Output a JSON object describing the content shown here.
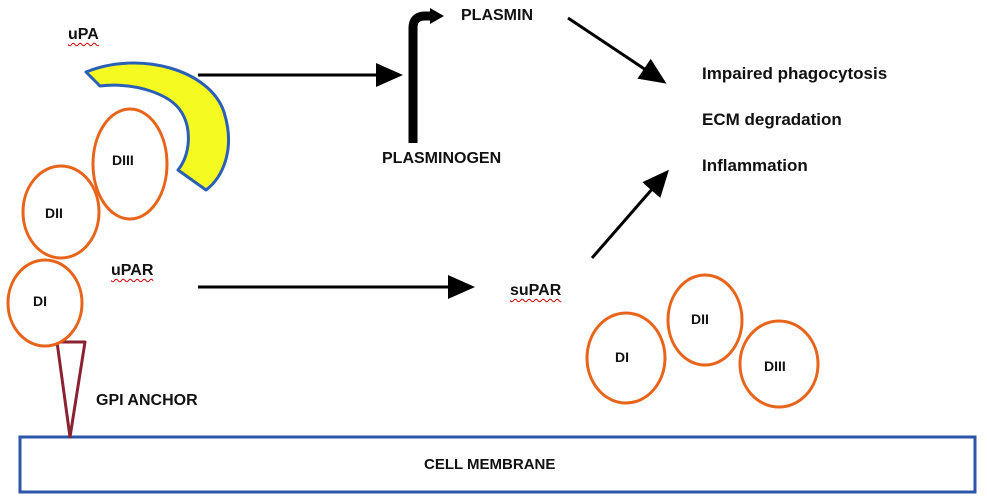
{
  "colors": {
    "domain_stroke": "#e8641b",
    "upa_fill": "#f5fa21",
    "upa_stroke": "#2a5fb8",
    "anchor_stroke": "#8b2232",
    "membrane_stroke": "#2b55a8",
    "arrow": "#000000",
    "text": "#111111"
  },
  "labels": {
    "upa": "uPA",
    "upar": "uPAR",
    "gpi_anchor": "GPI ANCHOR",
    "plasmin": "PLASMIN",
    "plasminogen": "PLASMINOGEN",
    "supar": "suPAR",
    "cell_membrane": "CELL MEMBRANE"
  },
  "bound_receptor_domains": [
    "DI",
    "DII",
    "DIII"
  ],
  "soluble_receptor_domains": [
    "DI",
    "DII",
    "DIII"
  ],
  "outcomes": [
    "Impaired phagocytosis",
    "ECM degradation",
    "Inflammation"
  ]
}
